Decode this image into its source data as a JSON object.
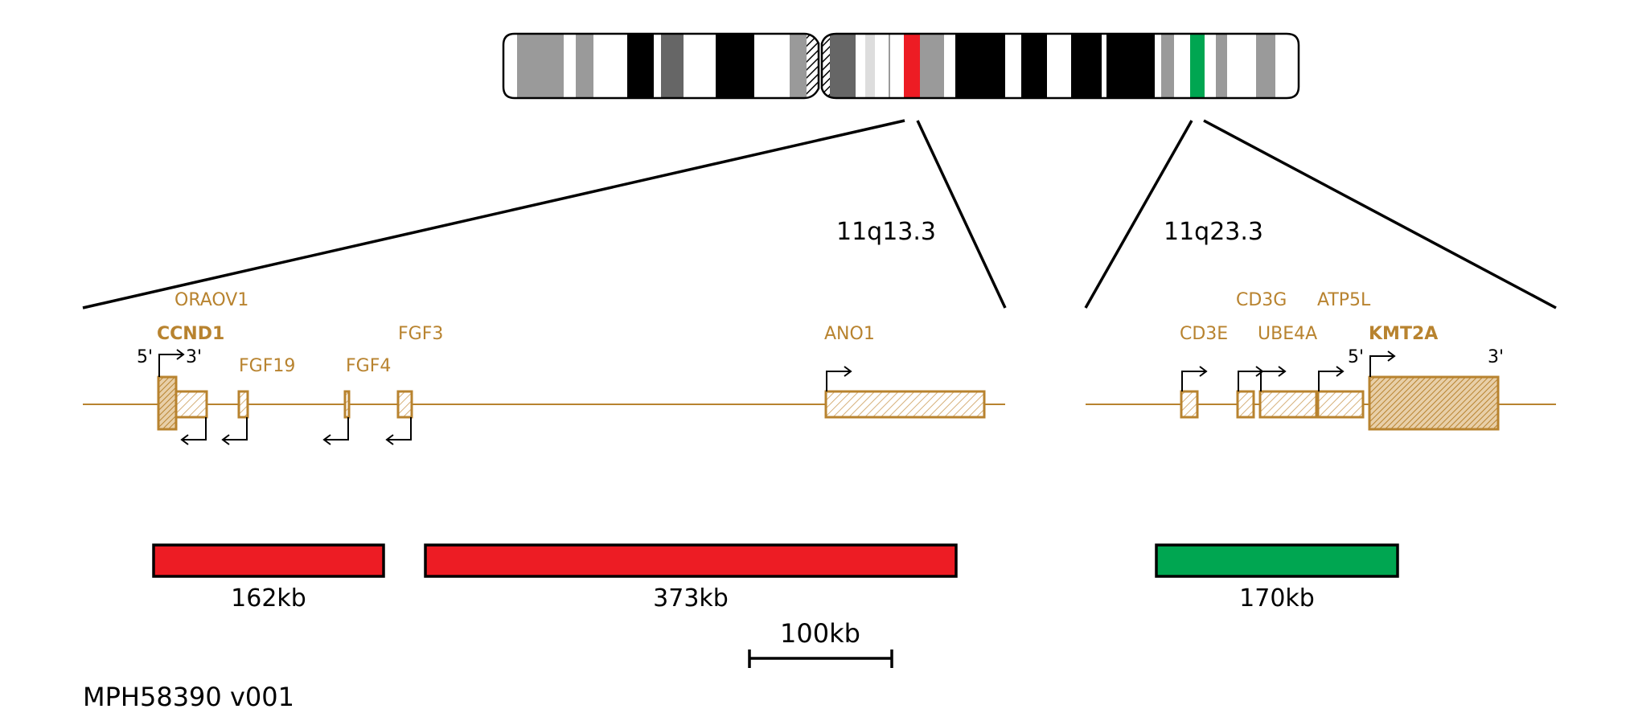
{
  "regions": {
    "left": "11q13.3",
    "right": "11q23.3"
  },
  "genes": {
    "oraov1": "ORAOV1",
    "ccnd1": "CCND1",
    "fgf19": "FGF19",
    "fgf4": "FGF4",
    "fgf3": "FGF3",
    "ano1": "ANO1",
    "cd3e": "CD3E",
    "cd3g": "CD3G",
    "ube4a": "UBE4A",
    "atp5l": "ATP5L",
    "kmt2a": "KMT2A"
  },
  "ends": {
    "five": "5'",
    "three": "3'"
  },
  "probes": [
    {
      "label": "162kb",
      "color": "#ed1c24"
    },
    {
      "label": "373kb",
      "color": "#ed1c24"
    },
    {
      "label": "170kb",
      "color": "#00a651"
    }
  ],
  "scale_bar": "100kb",
  "footer": "MPH58390 v001",
  "colors": {
    "gene": "#b8832f",
    "red_probe": "#ed1c24",
    "green_probe": "#00a651"
  }
}
